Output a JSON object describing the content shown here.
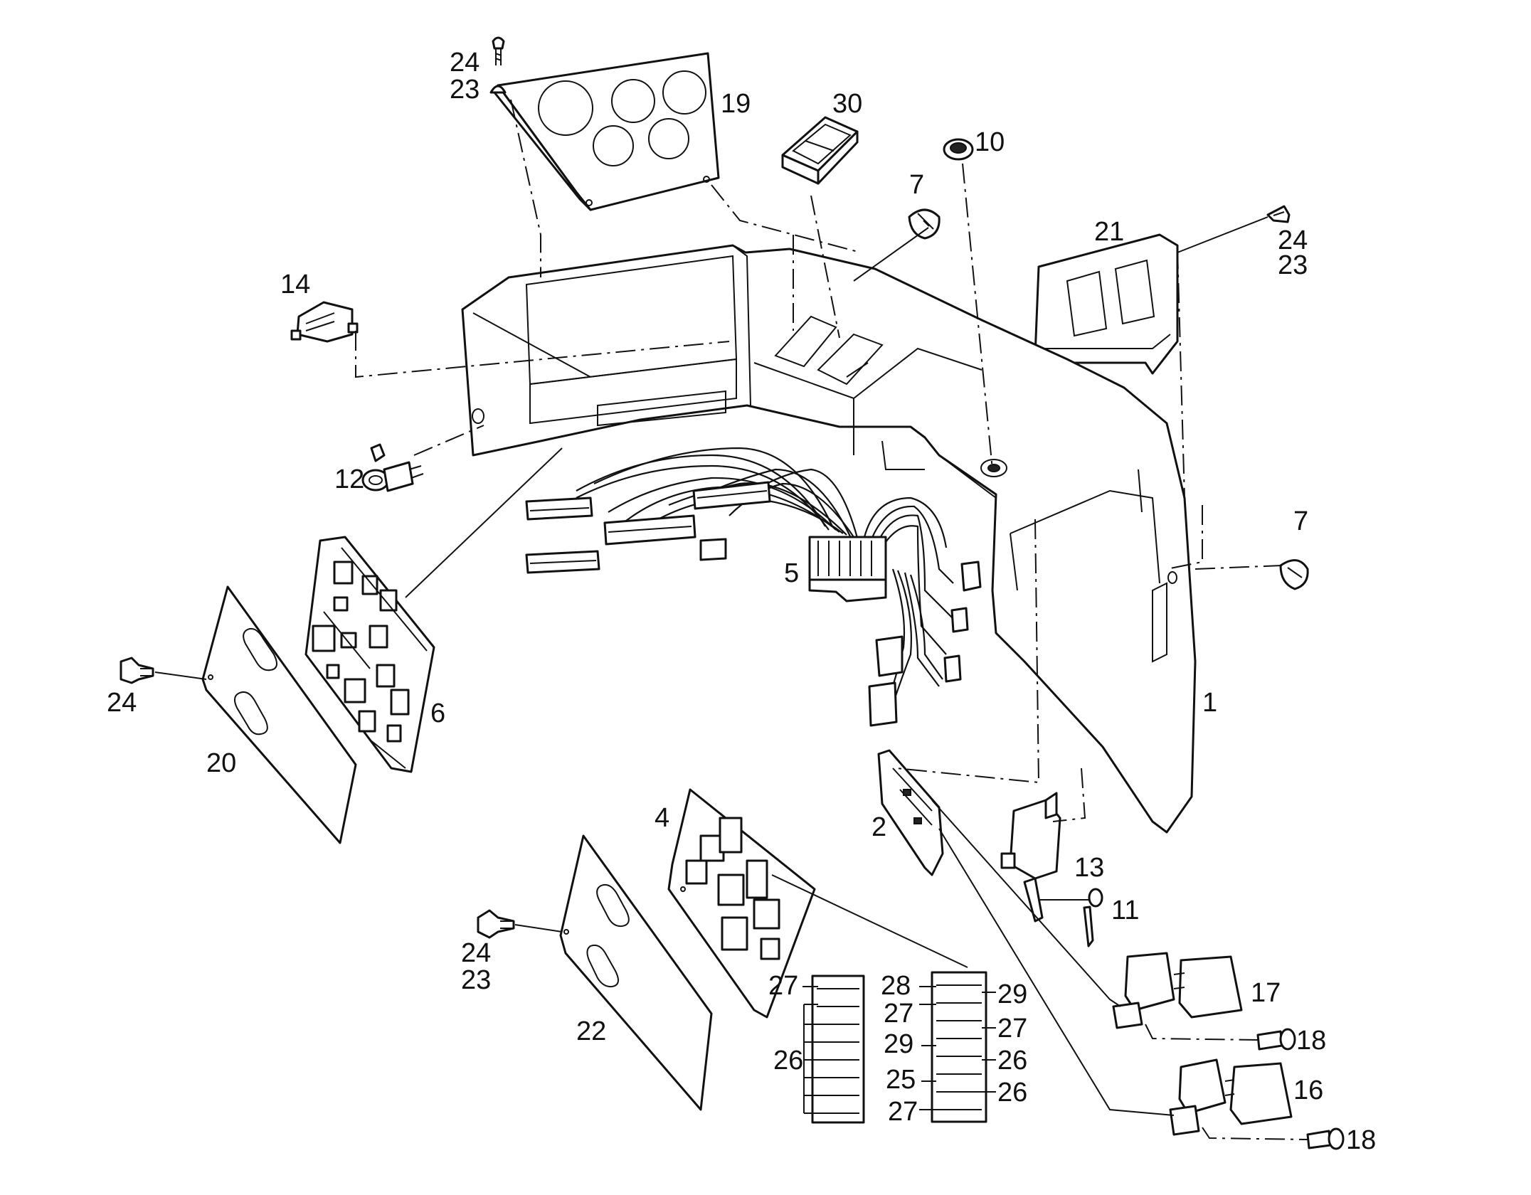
{
  "diagram": {
    "callouts": {
      "c24_top": "24",
      "c23_top": "23",
      "c19": "19",
      "c30": "30",
      "c10": "10",
      "c7_top": "7",
      "c21": "21",
      "c24_tr": "24",
      "c23_tr": "23",
      "c14": "14",
      "c12": "12",
      "c5": "5",
      "c7_right": "7",
      "c1": "1",
      "c6": "6",
      "c24_left": "24",
      "c20": "20",
      "c4": "4",
      "c2": "2",
      "c13": "13",
      "c11": "11",
      "c24_bottom": "24",
      "c23_bottom": "23",
      "c22": "22",
      "c17": "17",
      "c18_a": "18",
      "c16": "16",
      "c18_b": "18",
      "f27_a": "27",
      "f26_a": "26",
      "f28": "28",
      "f27_b": "27",
      "f29_a": "29",
      "f25": "25",
      "f27_c": "27",
      "f29_b": "29",
      "f27_d": "27",
      "f26_b": "26",
      "f26_c": "26"
    }
  }
}
